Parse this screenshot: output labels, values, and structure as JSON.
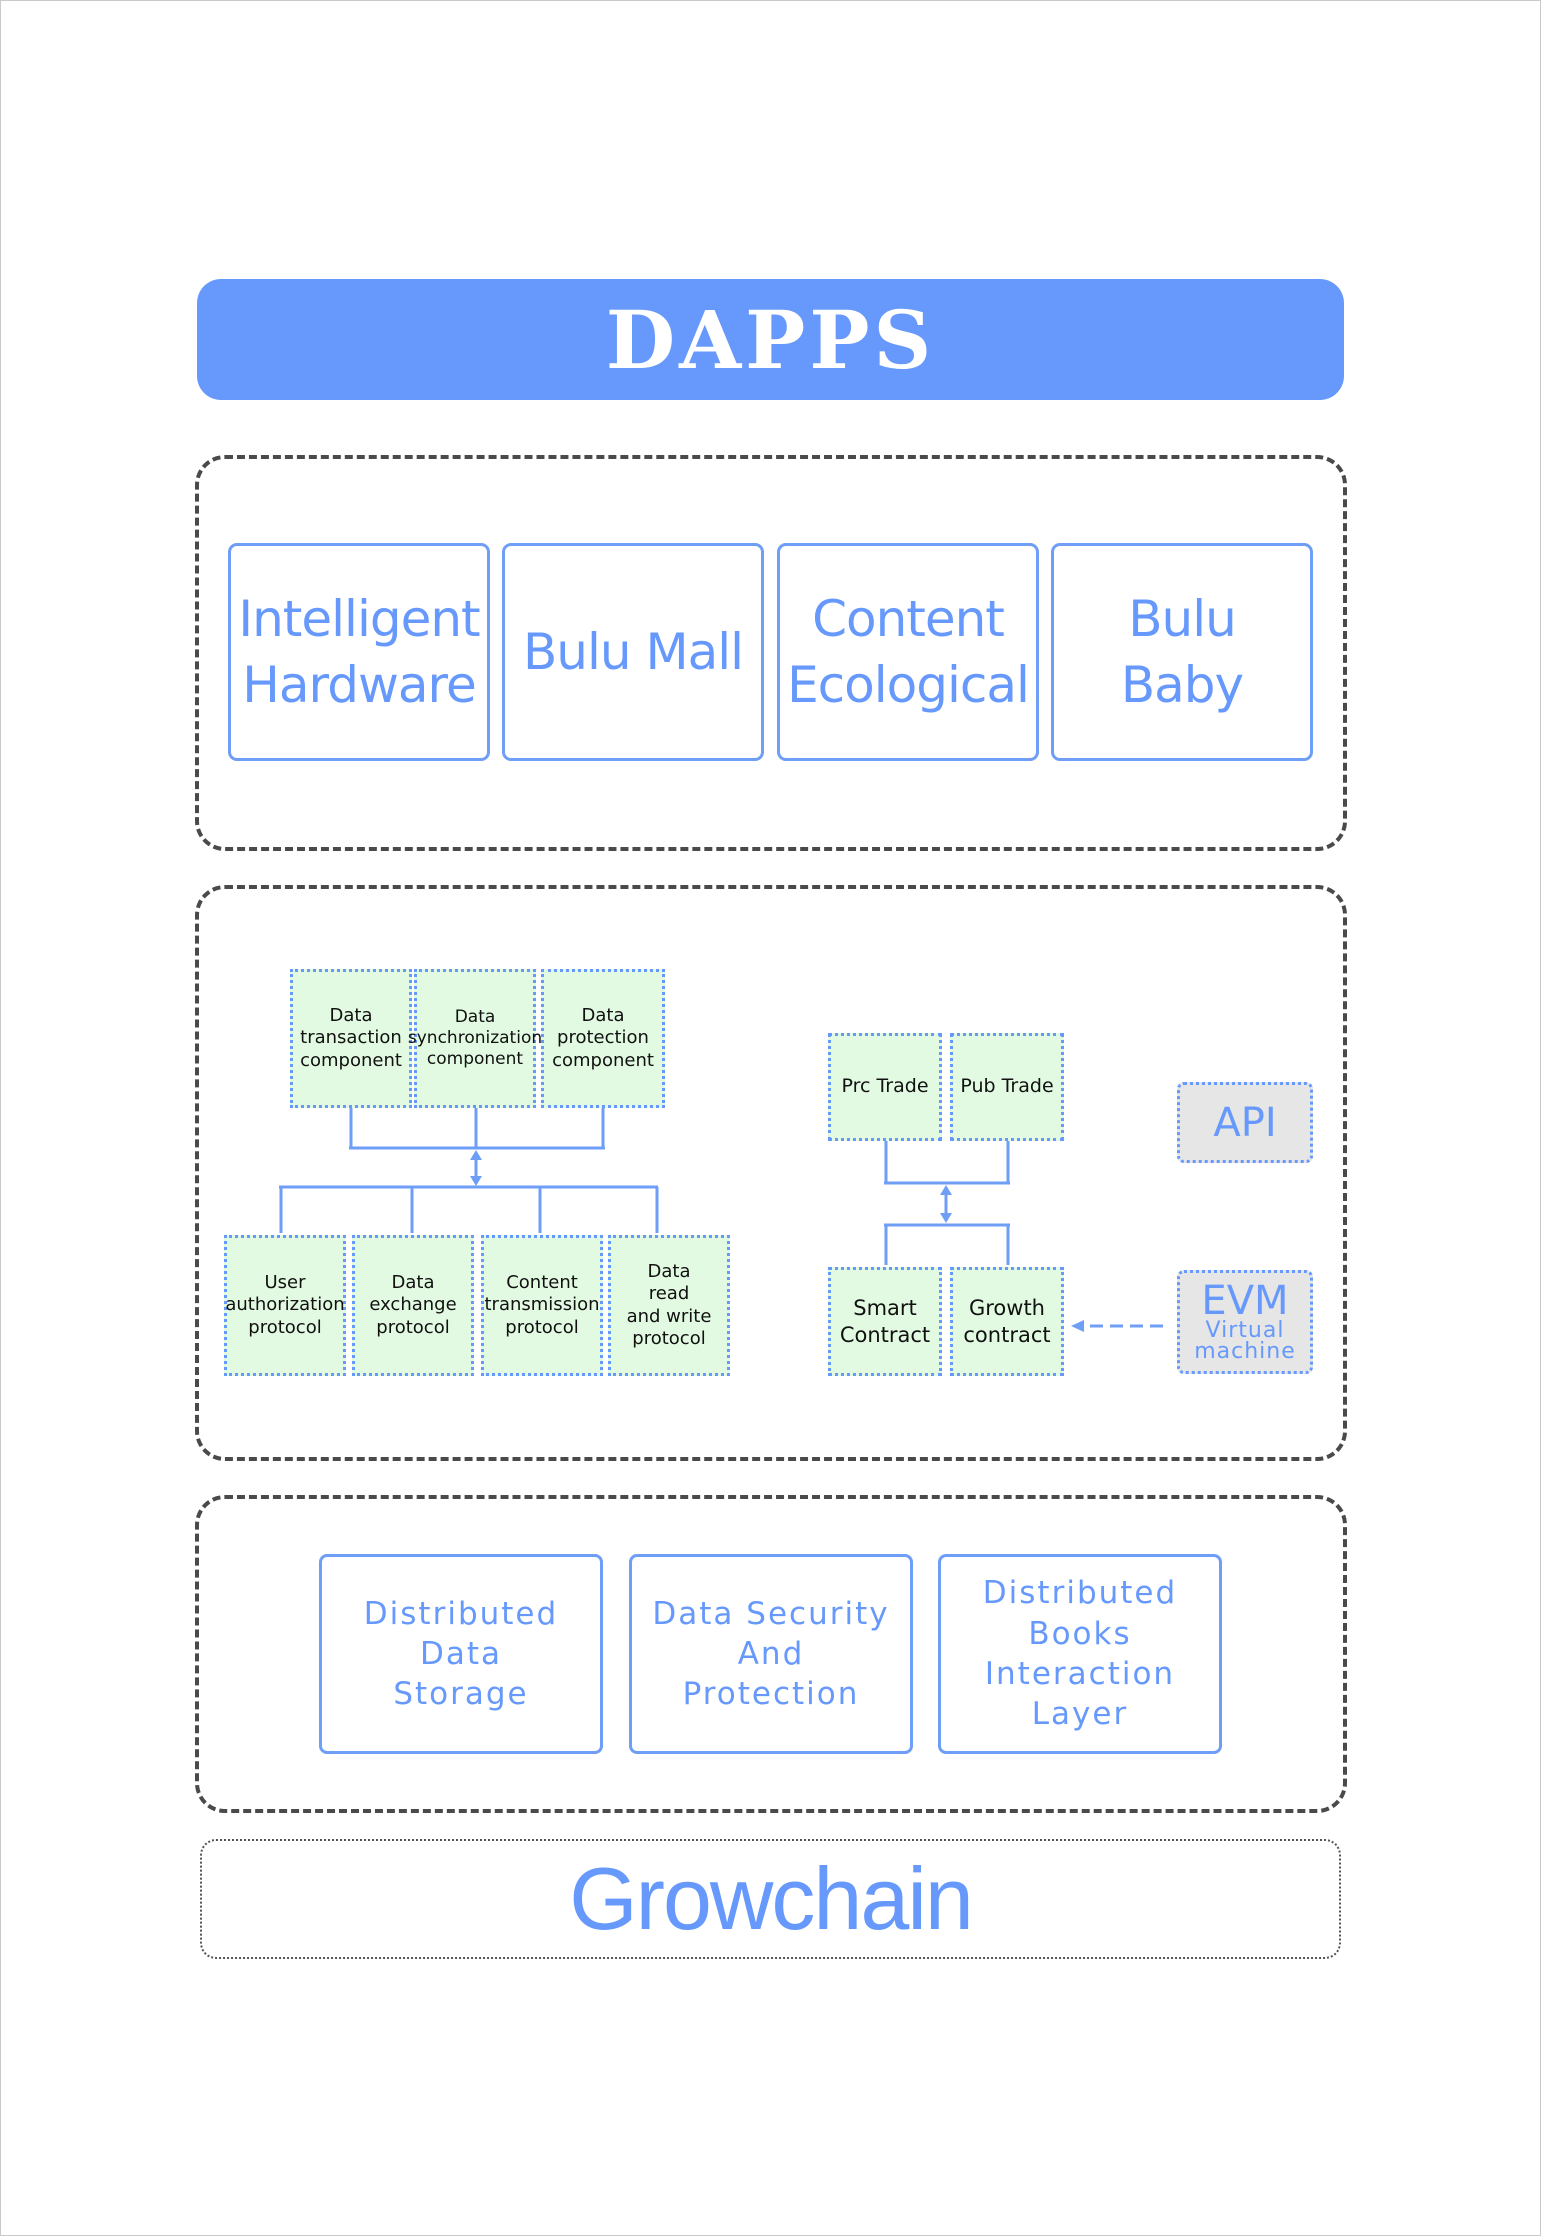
{
  "header": {
    "title": "DAPPS"
  },
  "apps": [
    {
      "label": "Intelligent\nHardware",
      "icon": ""
    },
    {
      "label": "Bulu Mall"
    },
    {
      "label": "Content\nEcological"
    },
    {
      "label": "Bulu Baby"
    }
  ],
  "components": [
    {
      "label": "Data\ntransaction\ncomponent"
    },
    {
      "label": "Data\nsynchronization\ncomponent"
    },
    {
      "label": "Data\nprotection\ncomponent"
    }
  ],
  "protocols": [
    {
      "label": "User\nauthorization\nprotocol"
    },
    {
      "label": "Data\nexchange\nprotocol"
    },
    {
      "label": "Content\ntransmission\nprotocol"
    },
    {
      "label": "Data\nread\nand write\nprotocol"
    }
  ],
  "trades": [
    {
      "label": "Prc Trade"
    },
    {
      "label": "Pub Trade"
    }
  ],
  "contracts": [
    {
      "label": "Smart\nContract"
    },
    {
      "label": "Growth\ncontract"
    }
  ],
  "api": {
    "label": "API"
  },
  "evm": {
    "label": "EVM",
    "sublabel": "Virtual\nmachine"
  },
  "base": [
    {
      "label": "Distributed\nData\nStorage"
    },
    {
      "label": "Data Security\nAnd\nProtection"
    },
    {
      "label": "Distributed\nBooks\nInteraction\nLayer"
    }
  ],
  "footer": {
    "label": "Growchain"
  },
  "colors": {
    "accent": "#6699fb",
    "green_fill": "#e2fae2",
    "grey_fill": "#e6e6e6",
    "dash": "#4a4a4a"
  }
}
